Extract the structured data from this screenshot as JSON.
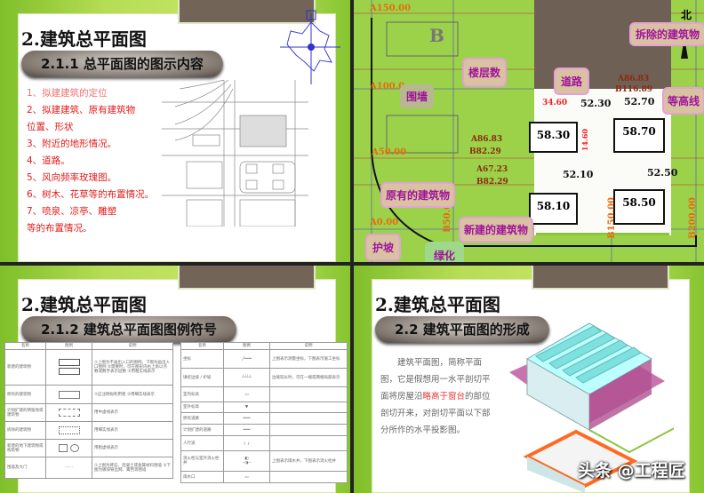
{
  "section_title": "2.建筑总平面图",
  "slide1": {
    "subtitle": "2.1.1 总平面图的图示内容",
    "items": [
      "1、拟建建筑的定位",
      "2、拟建建筑、原有建筑物位置、形状",
      "3、附近的地形情况。",
      "4、道路。",
      "5、风向频率玫瑰图。",
      "6、树木、花草等的布置情况。",
      "7、喷泉、凉亭、雕塑等的布置情况。"
    ]
  },
  "slide2": {
    "north": "北",
    "callouts": {
      "demolished": "拆除的建筑物",
      "floors": "楼层数",
      "road": "道路",
      "wall": "围墙",
      "contour": "等高线",
      "existing": "原有的建筑物",
      "new": "新建的建筑物",
      "slope": "护坡",
      "greening": "绿化"
    },
    "building_b": "B",
    "coords": {
      "a150": "A150.00",
      "a100": "A100.0",
      "a50": "A50.00",
      "a0": "A0.00",
      "a8683": "A86.83",
      "b11689": "B116.89",
      "a8683b": "A86.83",
      "b8229": "B82.29",
      "a6723": "A67.23",
      "b8229b": "B82.29",
      "b50": "B50.00",
      "b150": "B150.00",
      "b200": "B200.00",
      "d3460": "34.60",
      "d1460": "14.60"
    },
    "outdoor_elev": [
      "52.30",
      "52.70",
      "52.10",
      "52.50"
    ],
    "buildings": [
      "58.30",
      "58.70",
      "58.10",
      "58.50"
    ]
  },
  "slide3": {
    "subtitle": "2.1.2 建筑总平面图图例符号",
    "headers": [
      "名称",
      "图例",
      "说明"
    ],
    "left_rows": [
      {
        "name": "新建的建筑物",
        "note": "①上图为不画出入口的图例，下图为画出入口图例 ②需要时，可在图形内右上角以点数或数字表示层数 ③用粗实线表示"
      },
      {
        "name": "原有的建筑物",
        "note": "①应注明拟利用者 ②用细实线表示"
      },
      {
        "name": "计划扩建的预留地或建筑物",
        "note": "用中虚线表示"
      },
      {
        "name": "拆除的建筑物",
        "note": "用细实线表示"
      },
      {
        "name": "新建的地下建筑物或构筑物",
        "note": "用粗虚线表示"
      },
      {
        "name": "围墙及大门",
        "note": "①上图为砖石、混凝土或金属材料围墙 ②下图为镀锌铁丝网、篱笆等围墙"
      }
    ],
    "right_rows": [
      {
        "name": "坐标",
        "note": "上图表示测量坐标，下图表示施工坐标"
      },
      {
        "name": "填挖边坡 / 护坡",
        "note": "边坡较长时，可在一端或两端局部表示"
      },
      {
        "name": "室内标高",
        "note": ""
      },
      {
        "name": "室外标高",
        "note": ""
      },
      {
        "name": "原有道路",
        "note": ""
      },
      {
        "name": "计划扩建的道路",
        "note": ""
      },
      {
        "name": "人行道",
        "note": ""
      },
      {
        "name": "消火栓与室外消火栓井",
        "note": "上图表示雨水井，下图表示消火栓井"
      },
      {
        "name": "雨水口",
        "note": ""
      }
    ]
  },
  "slide4": {
    "subtitle": "2.2  建筑平面图的形成",
    "para_before": "建筑平面图，简称平面图，它是假想用一水平剖切平面将房屋沿",
    "para_highlight": "略高于窗台",
    "para_after": "的部位剖切开来，对剖切平面以下部分所作的水平投影图。"
  },
  "watermark": "头条 @工程匠"
}
